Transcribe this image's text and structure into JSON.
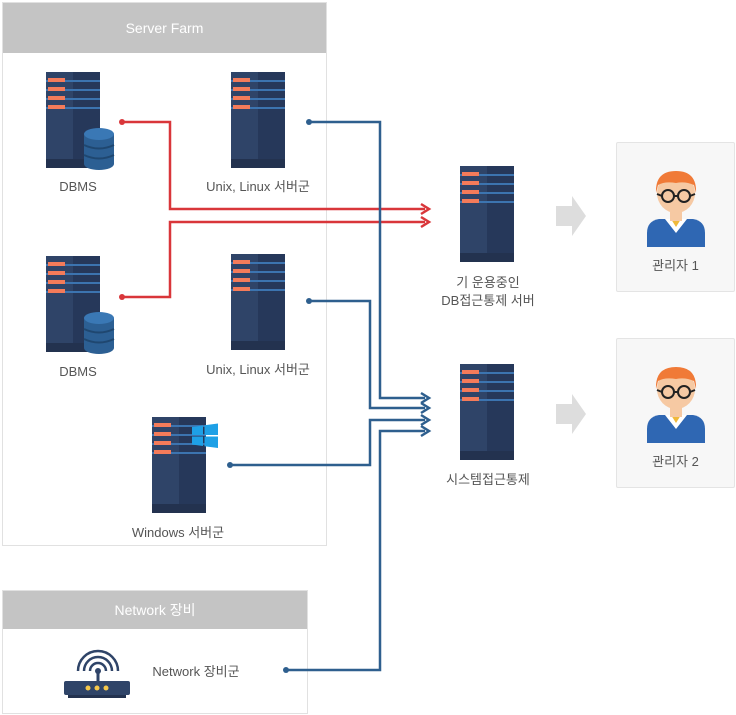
{
  "server_farm": {
    "title": "Server Farm",
    "dbms_1": "DBMS",
    "dbms_2": "DBMS",
    "unix_1": "Unix, Linux 서버군",
    "unix_2": "Unix, Linux 서버군",
    "windows": "Windows 서버군"
  },
  "network": {
    "title": "Network 장비",
    "group": "Network 장비군"
  },
  "center": {
    "existing_line1": "기 운용중인",
    "existing_line2": "DB접근통제 서버",
    "system": "시스템접근통제"
  },
  "admins": {
    "admin_1": "관리자 1",
    "admin_2": "관리자 2"
  },
  "colors": {
    "red_line": "#d9363a",
    "blue_line": "#2e5f8e",
    "server_body": "#2f4468",
    "server_accent": "#f47b5a",
    "panel_header": "#c4c4c4",
    "arrow": "#dddddd"
  },
  "icons": {
    "server": "server-rack-icon",
    "database": "database-cylinder-icon",
    "windows": "windows-logo-icon",
    "router": "wifi-router-icon",
    "user": "user-glasses-icon",
    "arrow": "right-arrow-icon"
  }
}
